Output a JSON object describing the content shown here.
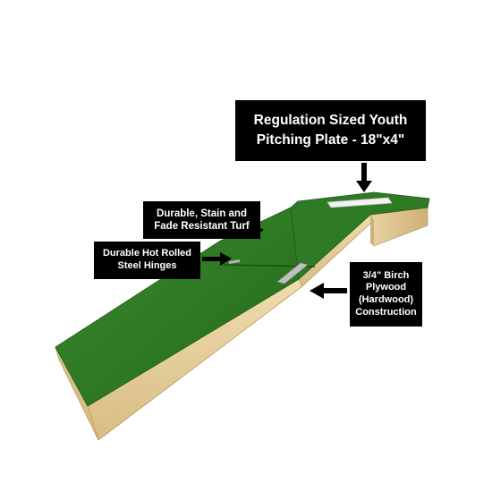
{
  "callouts": {
    "pitching_plate": {
      "line1": "Regulation Sized Youth",
      "line2": "Pitching Plate - 18\"x4\""
    },
    "turf": {
      "line1": "Durable, Stain and",
      "line2": "Fade Resistant Turf"
    },
    "hinges": {
      "line1": "Durable Hot Rolled",
      "line2": "Steel Hinges"
    },
    "plywood": {
      "line1": "3/4\" Birch",
      "line2": "Plywood",
      "line3": "(Hardwood)",
      "line4": "Construction"
    }
  },
  "colors": {
    "background": "#ffffff",
    "label_bg": "#000000",
    "label_text": "#ffffff",
    "turf": "#2f7a24",
    "turf_dark": "#1f5c18",
    "wood": "#e6cf9c",
    "wood_dark": "#c9ad72",
    "plate": "#f2f2f2"
  }
}
